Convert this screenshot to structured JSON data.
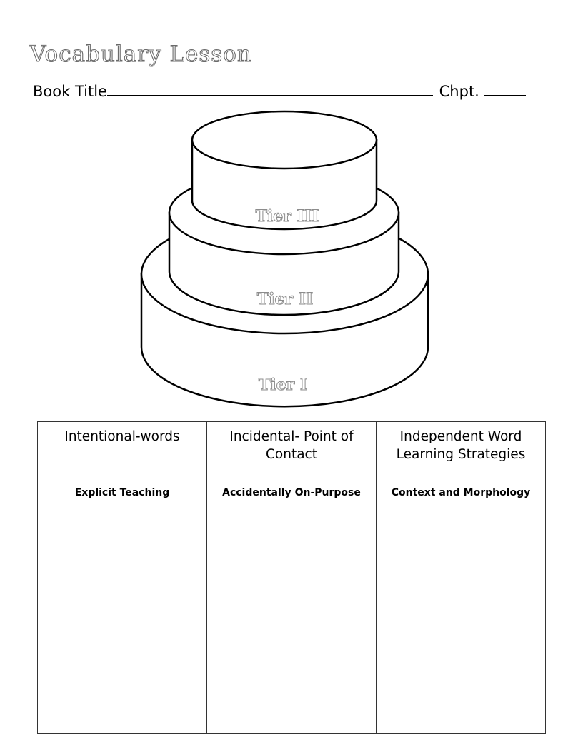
{
  "header": {
    "title": "Vocabulary Lesson",
    "book_title_label": "Book Title",
    "chapter_label": "Chpt."
  },
  "cake": {
    "tiers": [
      "Tier III",
      "Tier II",
      "Tier I"
    ]
  },
  "table": {
    "columns": [
      {
        "heading": "Intentional-words",
        "subheading": "Explicit Teaching"
      },
      {
        "heading": "Incidental- Point of Contact",
        "subheading": "Accidentally On-Purpose"
      },
      {
        "heading": "Independent Word Learning Strategies",
        "subheading": "Context  and Morphology"
      }
    ]
  }
}
